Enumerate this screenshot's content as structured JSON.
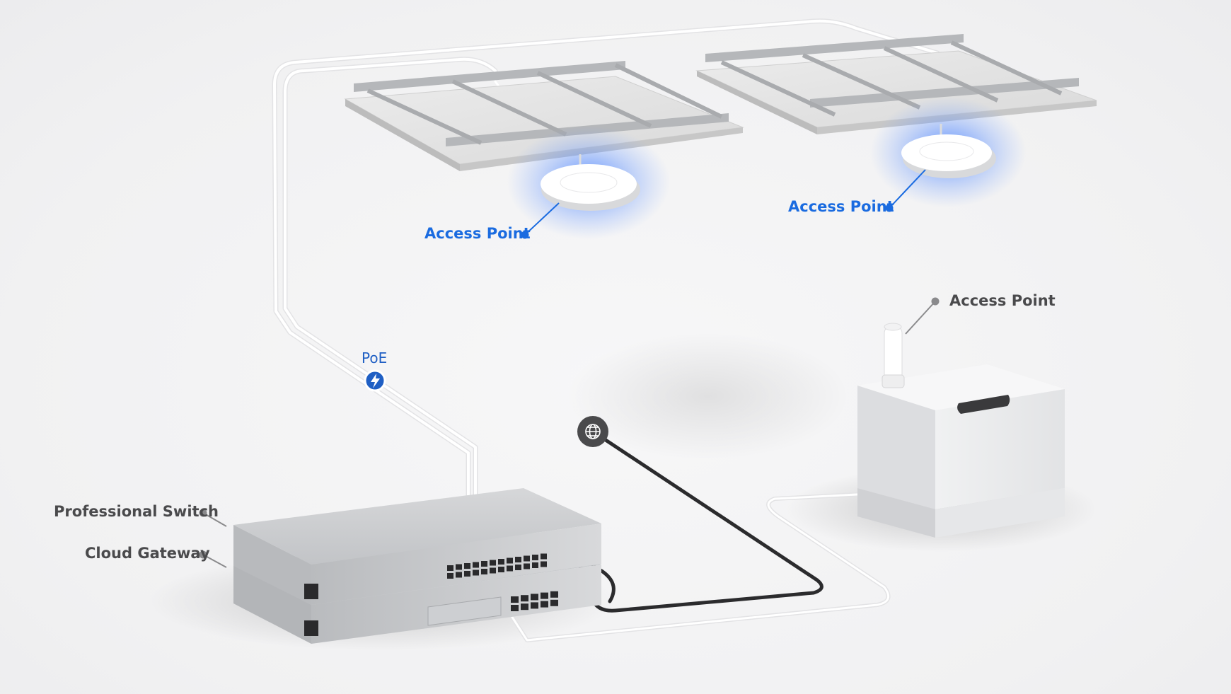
{
  "labels": {
    "ap_ceiling_left": "Access Point",
    "ap_ceiling_right": "Access Point",
    "ap_outdoor": "Access Point",
    "poe": "PoE",
    "switch": "Professional Switch",
    "gateway": "Cloud Gateway"
  },
  "icons": {
    "poe": "lightning-bolt-icon",
    "internet": "globe-icon"
  },
  "colors": {
    "accent_blue": "#1a6be0",
    "label_gray": "#4a4a4c",
    "ap_glow": "#3d7bff",
    "device_silver": "#c9cbce",
    "cable_white": "#ffffff",
    "cable_dark": "#2b2b2d"
  }
}
